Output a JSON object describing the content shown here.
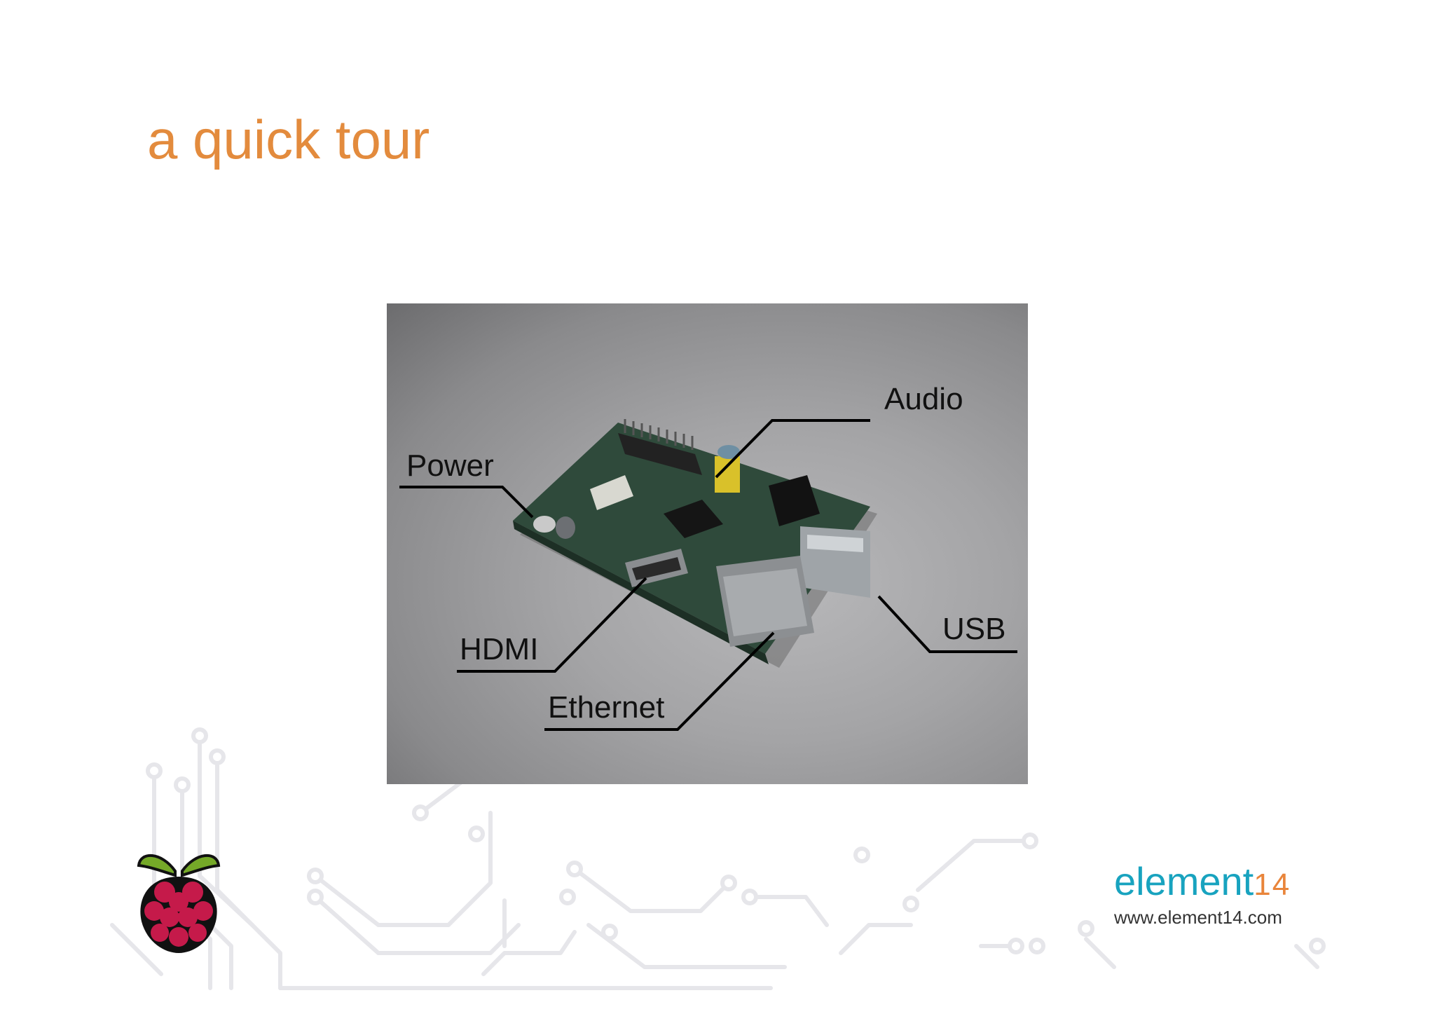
{
  "slide": {
    "title": "a quick tour"
  },
  "photo": {
    "callouts": {
      "audio": "Audio",
      "power": "Power",
      "usb": "USB",
      "hdmi": "HDMI",
      "ethernet": "Ethernet"
    }
  },
  "branding": {
    "name": "element",
    "suffix": "14",
    "url": "www.element14.com",
    "logo_color": "#18a3bf",
    "accent_color": "#e9853b"
  },
  "theme": {
    "title_color": "#e38b3d",
    "icons": [
      "raspberry-pi-logo",
      "element14-logo",
      "circuit-trace-decoration"
    ]
  }
}
